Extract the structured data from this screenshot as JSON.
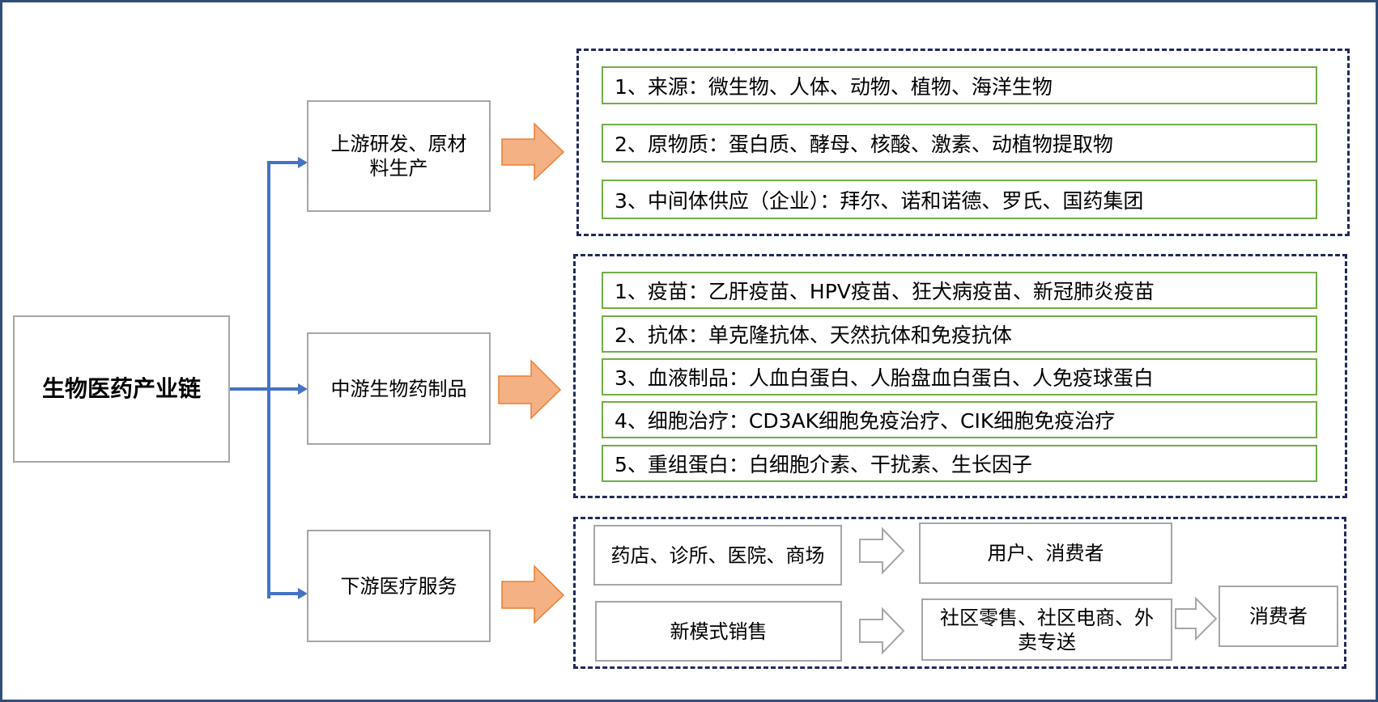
{
  "root": "生物医药产业链",
  "stages": {
    "upstream": "上游研发、原材料生产",
    "midstream": "中游生物药制品",
    "downstream": "下游医疗服务"
  },
  "upstream_items": [
    "1、来源：微生物、人体、动物、植物、海洋生物",
    "2、原物质：蛋白质、酵母、核酸、激素、动植物提取物",
    "3、中间体供应（企业）：拜尔、诺和诺德、罗氏、国药集团"
  ],
  "midstream_items": [
    "1、疫苗：乙肝疫苗、HPV疫苗、狂犬病疫苗、新冠肺炎疫苗",
    "2、抗体：单克隆抗体、天然抗体和免疫抗体",
    "3、血液制品：人血白蛋白、人胎盘血白蛋白、人免疫球蛋白",
    "4、细胞治疗：CD3AK细胞免疫治疗、CIK细胞免疫治疗",
    "5、重组蛋白：白细胞介素、干扰素、生长因子"
  ],
  "downstream": {
    "channel_traditional": "药店、诊所、医院、商场",
    "target_traditional": "用户、消费者",
    "channel_new": "新模式销售",
    "target_new": "社区零售、社区电商、外卖专送",
    "final": "消费者"
  },
  "colors": {
    "frame": "#2f4f7a",
    "connector": "#4472c4",
    "dashed_border": "#1f2a5c",
    "item_border": "#70ad47",
    "big_arrow_fill": "#f4b183",
    "big_arrow_stroke": "#ed7d31",
    "small_arrow_stroke": "#a6a6a6"
  }
}
